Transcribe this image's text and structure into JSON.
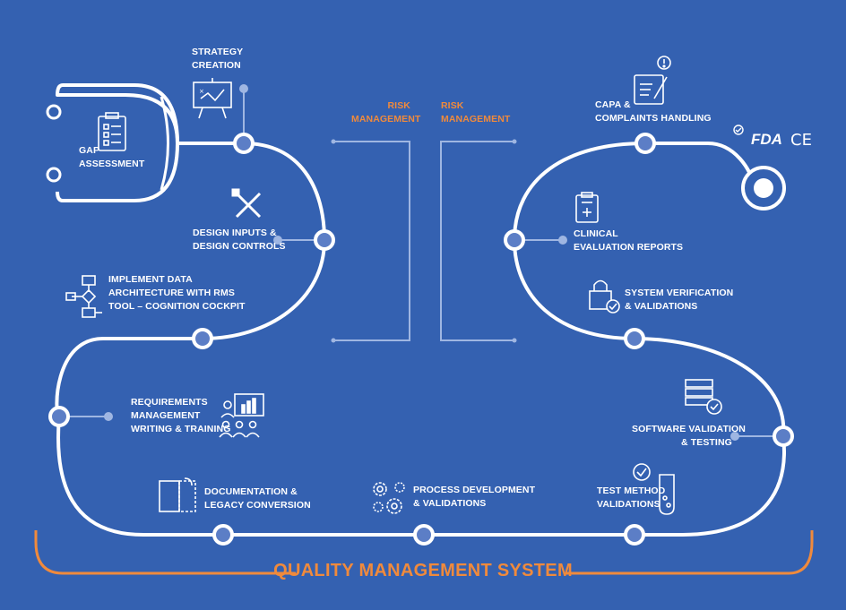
{
  "footer_title": "QUALITY MANAGEMENT SYSTEM",
  "risk_left": [
    "RISK",
    "MANAGEMENT"
  ],
  "risk_right": [
    "RISK",
    "MANAGEMENT"
  ],
  "logos": {
    "fda": "FDA",
    "ce": "CE"
  },
  "colors": {
    "background": "#3461b1",
    "accent": "#f08a3c",
    "line": "#ffffff",
    "node_fill": "#5c7ec6",
    "connector": "#9fb6e2"
  },
  "steps": {
    "gap": [
      "GAP",
      "ASSESSMENT"
    ],
    "strategy": [
      "STRATEGY",
      "CREATION"
    ],
    "design": [
      "DESIGN INPUTS &",
      "DESIGN CONTROLS"
    ],
    "data": [
      "IMPLEMENT DATA",
      "ARCHITECTURE WITH RMS",
      "TOOL – COGNITION COCKPIT"
    ],
    "requirements": [
      "REQUIREMENTS",
      "MANAGEMENT",
      "WRITING & TRAINING"
    ],
    "documentation": [
      "DOCUMENTATION &",
      "LEGACY CONVERSION"
    ],
    "process": [
      "PROCESS DEVELOPMENT",
      "& VALIDATIONS"
    ],
    "testmethod": [
      "TEST METHOD",
      "VALIDATIONS"
    ],
    "software": [
      "SOFTWARE VALIDATION",
      "& TESTING"
    ],
    "system": [
      "SYSTEM VERIFICATION",
      "& VALIDATIONS"
    ],
    "clinical": [
      "CLINICAL",
      "EVALUATION REPORTS"
    ],
    "capa": [
      "CAPA &",
      "COMPLAINTS HANDLING"
    ]
  },
  "icons": {
    "gap": "clipboard-checklist-icon",
    "strategy": "whiteboard-strategy-icon",
    "design": "pencil-ruler-icon",
    "data": "flowchart-icon",
    "requirements": "presentation-training-icon",
    "documentation": "document-conversion-icon",
    "process": "gears-icon",
    "testmethod": "test-tube-check-icon",
    "software": "server-check-icon",
    "system": "lock-check-icon",
    "clinical": "medical-clipboard-icon",
    "capa": "complaint-document-icon"
  }
}
